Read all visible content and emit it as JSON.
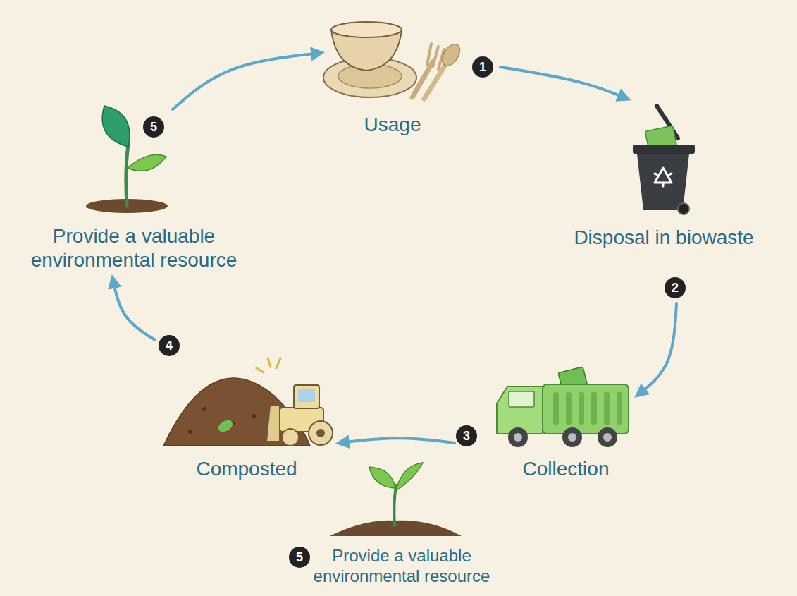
{
  "diagram": {
    "nodes": [
      {
        "text": [
          "Usage"
        ]
      },
      {
        "text": [
          "Disposal in biowaste"
        ]
      },
      {
        "text": [
          "Collection"
        ]
      },
      {
        "text": [
          "Composted"
        ]
      },
      {
        "text": [
          "Provide a valuable environmental resource"
        ]
      },
      {
        "text": [
          "Provide a valuable environmental resource"
        ]
      }
    ],
    "edges": [
      {
        "from": 0,
        "to": 1,
        "arrow": "to"
      },
      {
        "from": 1,
        "to": 2,
        "arrow": "to"
      },
      {
        "from": 2,
        "to": 3,
        "arrow": "to"
      },
      {
        "from": 3,
        "to": 4,
        "arrow": "to"
      },
      {
        "from": 4,
        "to": 0,
        "arrow": "to"
      }
    ],
    "labels": [
      "1",
      "2",
      "3",
      "4",
      "5",
      "5"
    ]
  }
}
